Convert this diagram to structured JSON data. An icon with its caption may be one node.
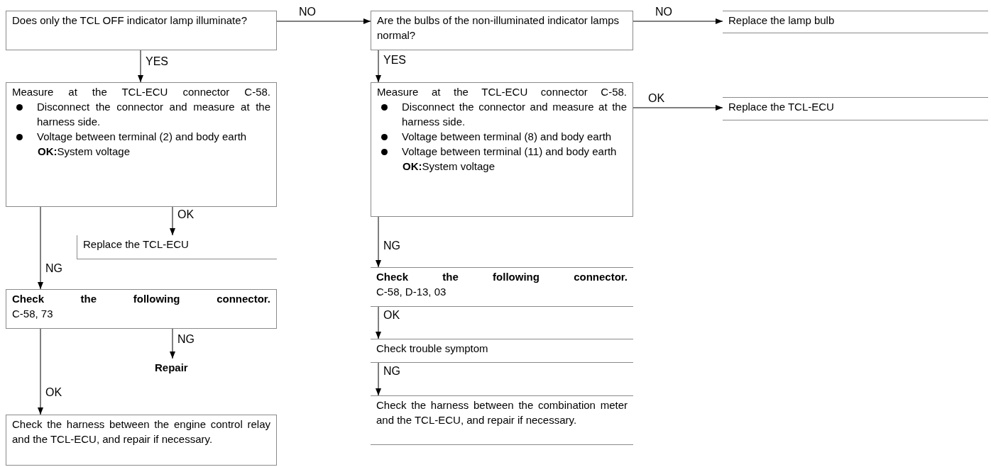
{
  "diagram": {
    "nodes": [
      {
        "text": [
          "Does only the TCL OFF indicator lamp illuminate?"
        ]
      },
      {
        "text": [
          "Measure at the TCL-ECU connector C-58.",
          "Disconnect the connector and measure at the harness side.",
          "Voltage between terminal (2) and body earth",
          "**OK:**System voltage"
        ]
      },
      {
        "text": [
          "Replace the TCL-ECU"
        ]
      },
      {
        "text": [
          "Check the following connector.",
          "C-58, 73"
        ]
      },
      {
        "text": [
          "Repair"
        ]
      },
      {
        "text": [
          "Check the harness between the engine control relay and the TCL-ECU, and repair if necessary."
        ]
      },
      {
        "text": [
          "Are the bulbs of the non-illuminated indicator lamps normal?"
        ]
      },
      {
        "text": [
          "Replace the lamp bulb"
        ]
      },
      {
        "text": [
          "Measure at the TCL-ECU connector C-58.",
          "Disconnect the connector and measure at the harness side.",
          "Voltage between terminal (8) and body earth",
          "Voltage between terminal (11) and body earth",
          "**OK:**System voltage"
        ]
      },
      {
        "text": [
          "Replace the TCL-ECU"
        ]
      },
      {
        "text": [
          "Check the following connector.",
          "C-58, D-13, 03"
        ]
      },
      {
        "text": [
          "Check trouble symptom"
        ]
      },
      {
        "text": [
          "Check the harness between the combination meter and the TCL-ECU, and repair if necessary."
        ]
      }
    ],
    "edges": [
      {
        "from": 0,
        "to": 6,
        "arrow": "to",
        "label": "NO"
      },
      {
        "from": 0,
        "to": 1,
        "arrow": "to",
        "label": "YES"
      },
      {
        "from": 1,
        "to": 2,
        "arrow": "to",
        "label": "OK"
      },
      {
        "from": 1,
        "to": 3,
        "arrow": "to",
        "label": "NG"
      },
      {
        "from": 3,
        "to": 4,
        "arrow": "to",
        "label": "NG"
      },
      {
        "from": 3,
        "to": 5,
        "arrow": "to",
        "label": "OK"
      },
      {
        "from": 6,
        "to": 7,
        "arrow": "to",
        "label": "NO"
      },
      {
        "from": 6,
        "to": 8,
        "arrow": "to",
        "label": "YES"
      },
      {
        "from": 8,
        "to": 9,
        "arrow": "to",
        "label": "OK"
      },
      {
        "from": 8,
        "to": 10,
        "arrow": "to",
        "label": "NG"
      },
      {
        "from": 10,
        "to": 11,
        "arrow": "to",
        "label": "OK"
      },
      {
        "from": 11,
        "to": 12,
        "arrow": "to",
        "label": "NG"
      }
    ]
  }
}
